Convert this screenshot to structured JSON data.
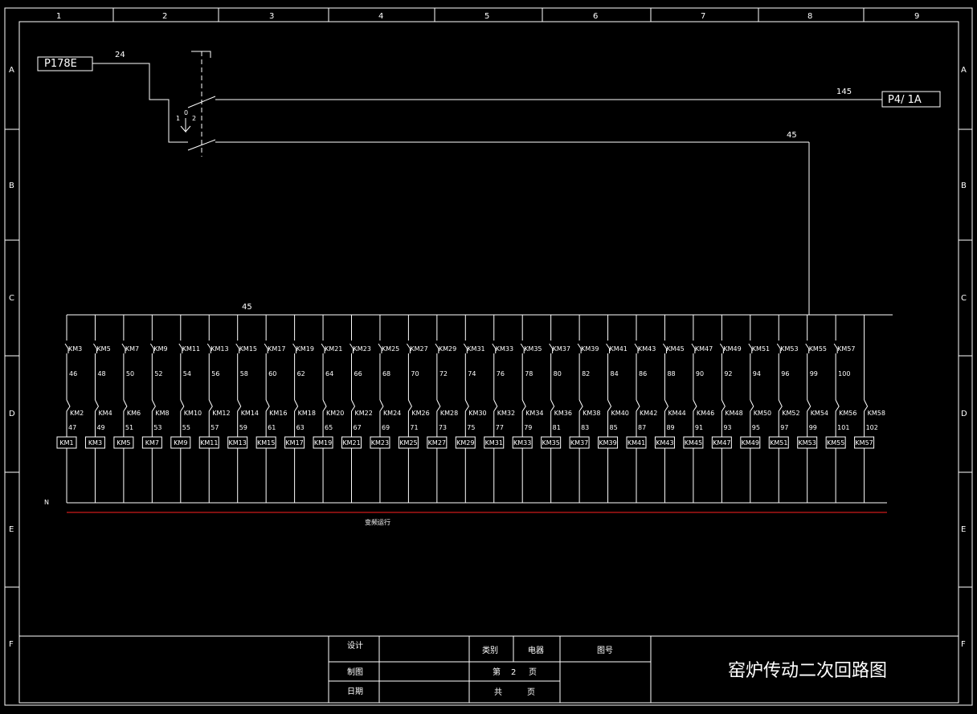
{
  "frame": {
    "columns": [
      "1",
      "2",
      "3",
      "4",
      "5",
      "6",
      "7",
      "8",
      "9"
    ],
    "rows": [
      "A",
      "B",
      "C",
      "D",
      "E",
      "F"
    ]
  },
  "sources": {
    "left_terminal": "P178E",
    "right_terminal": "P4/ 1A",
    "wire_24": "24",
    "wire_145": "145",
    "wire_45_top": "45",
    "wire_45_bus": "45",
    "switch_pos_1": "1",
    "switch_pos_0": "0",
    "switch_pos_2": "2"
  },
  "circuits": [
    {
      "upper": "KM3",
      "mid": "46",
      "lower": "KM2",
      "lower_num": "47",
      "coil": "KM1"
    },
    {
      "upper": "KM5",
      "mid": "48",
      "lower": "KM4",
      "lower_num": "49",
      "coil": "KM3"
    },
    {
      "upper": "KM7",
      "mid": "50",
      "lower": "KM6",
      "lower_num": "51",
      "coil": "KM5"
    },
    {
      "upper": "KM9",
      "mid": "52",
      "lower": "KM8",
      "lower_num": "53",
      "coil": "KM7"
    },
    {
      "upper": "KM11",
      "mid": "54",
      "lower": "KM10",
      "lower_num": "55",
      "coil": "KM9"
    },
    {
      "upper": "KM13",
      "mid": "56",
      "lower": "KM12",
      "lower_num": "57",
      "coil": "KM11"
    },
    {
      "upper": "KM15",
      "mid": "58",
      "lower": "KM14",
      "lower_num": "59",
      "coil": "KM13"
    },
    {
      "upper": "KM17",
      "mid": "60",
      "lower": "KM16",
      "lower_num": "61",
      "coil": "KM15"
    },
    {
      "upper": "KM19",
      "mid": "62",
      "lower": "KM18",
      "lower_num": "63",
      "coil": "KM17"
    },
    {
      "upper": "KM21",
      "mid": "64",
      "lower": "KM20",
      "lower_num": "65",
      "coil": "KM19"
    },
    {
      "upper": "KM23",
      "mid": "66",
      "lower": "KM22",
      "lower_num": "67",
      "coil": "KM21"
    },
    {
      "upper": "KM25",
      "mid": "68",
      "lower": "KM24",
      "lower_num": "69",
      "coil": "KM23"
    },
    {
      "upper": "KM27",
      "mid": "70",
      "lower": "KM26",
      "lower_num": "71",
      "coil": "KM25"
    },
    {
      "upper": "KM29",
      "mid": "72",
      "lower": "KM28",
      "lower_num": "73",
      "coil": "KM27"
    },
    {
      "upper": "KM31",
      "mid": "74",
      "lower": "KM30",
      "lower_num": "75",
      "coil": "KM29"
    },
    {
      "upper": "KM33",
      "mid": "76",
      "lower": "KM32",
      "lower_num": "77",
      "coil": "KM31"
    },
    {
      "upper": "KM35",
      "mid": "78",
      "lower": "KM34",
      "lower_num": "79",
      "coil": "KM33"
    },
    {
      "upper": "KM37",
      "mid": "80",
      "lower": "KM36",
      "lower_num": "81",
      "coil": "KM35"
    },
    {
      "upper": "KM39",
      "mid": "82",
      "lower": "KM38",
      "lower_num": "83",
      "coil": "KM37"
    },
    {
      "upper": "KM41",
      "mid": "84",
      "lower": "KM40",
      "lower_num": "85",
      "coil": "KM39"
    },
    {
      "upper": "KM43",
      "mid": "86",
      "lower": "KM42",
      "lower_num": "87",
      "coil": "KM41"
    },
    {
      "upper": "KM45",
      "mid": "88",
      "lower": "KM44",
      "lower_num": "89",
      "coil": "KM43"
    },
    {
      "upper": "KM47",
      "mid": "90",
      "lower": "KM46",
      "lower_num": "91",
      "coil": "KM45"
    },
    {
      "upper": "KM49",
      "mid": "92",
      "lower": "KM48",
      "lower_num": "93",
      "coil": "KM47"
    },
    {
      "upper": "KM51",
      "mid": "94",
      "lower": "KM50",
      "lower_num": "95",
      "coil": "KM49"
    },
    {
      "upper": "KM53",
      "mid": "96",
      "lower": "KM52",
      "lower_num": "97",
      "coil": "KM51"
    },
    {
      "upper": "KM55",
      "mid": "99",
      "lower": "KM54",
      "lower_num": "99",
      "coil": "KM53"
    },
    {
      "upper": "KM57",
      "mid": "100",
      "lower": "KM56",
      "lower_num": "101",
      "coil": "KM55"
    },
    {
      "upper": "",
      "mid": "",
      "lower": "KM58",
      "lower_num": "102",
      "coil": "KM57"
    }
  ],
  "neutral_label": "N",
  "bottom_caption": "变频运行",
  "accent_color": "#ff2020",
  "title_block": {
    "design": "设计",
    "drawing": "制图",
    "date": "日期",
    "category": "类别",
    "category_value": "电器",
    "drawing_no": "图号",
    "page_prefix": "第",
    "page_number": "2",
    "page_suffix": "页",
    "total_prefix": "共",
    "total_suffix": "页",
    "title": "窑炉传动二次回路图"
  }
}
